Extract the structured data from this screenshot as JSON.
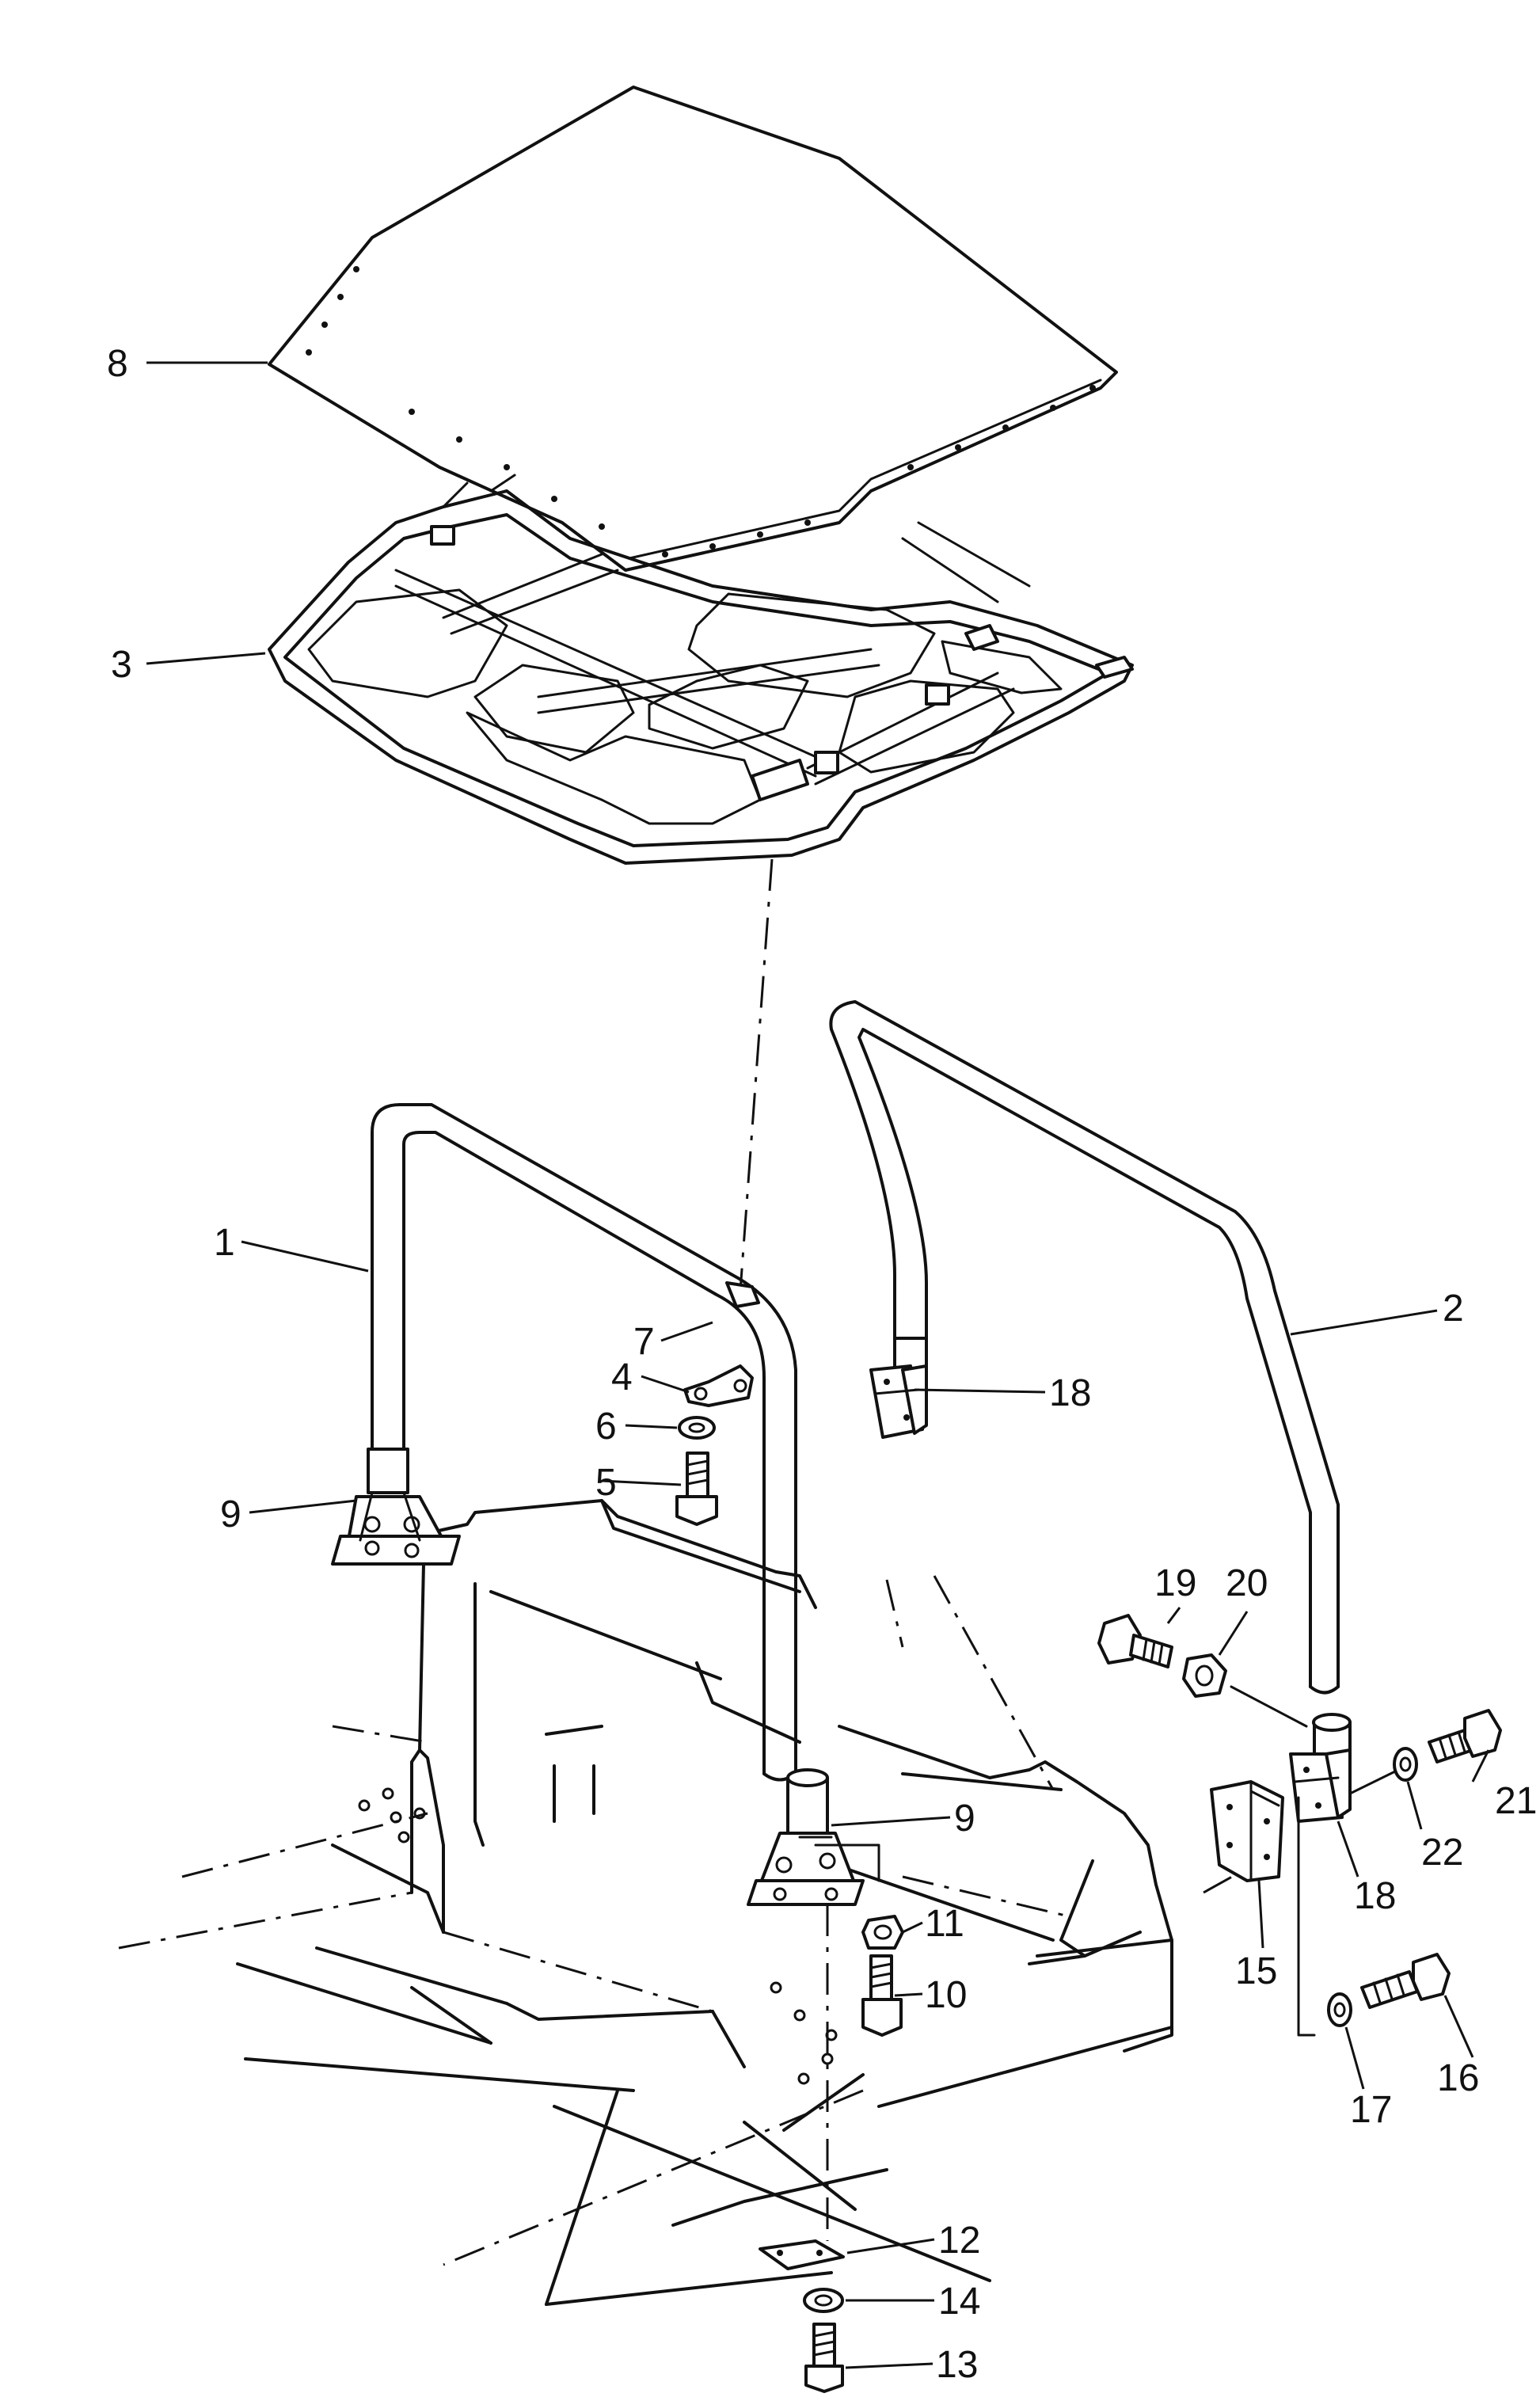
{
  "callouts": {
    "c1": "1",
    "c2": "2",
    "c3": "3",
    "c4": "4",
    "c5": "5",
    "c6": "6",
    "c7": "7",
    "c8": "8",
    "c9a": "9",
    "c9b": "9",
    "c10": "10",
    "c11": "11",
    "c12": "12",
    "c13": "13",
    "c14": "14",
    "c15": "15",
    "c16": "16",
    "c17": "17",
    "c18a": "18",
    "c18b": "18",
    "c19": "19",
    "c20": "20",
    "c21": "21",
    "c22": "22"
  }
}
